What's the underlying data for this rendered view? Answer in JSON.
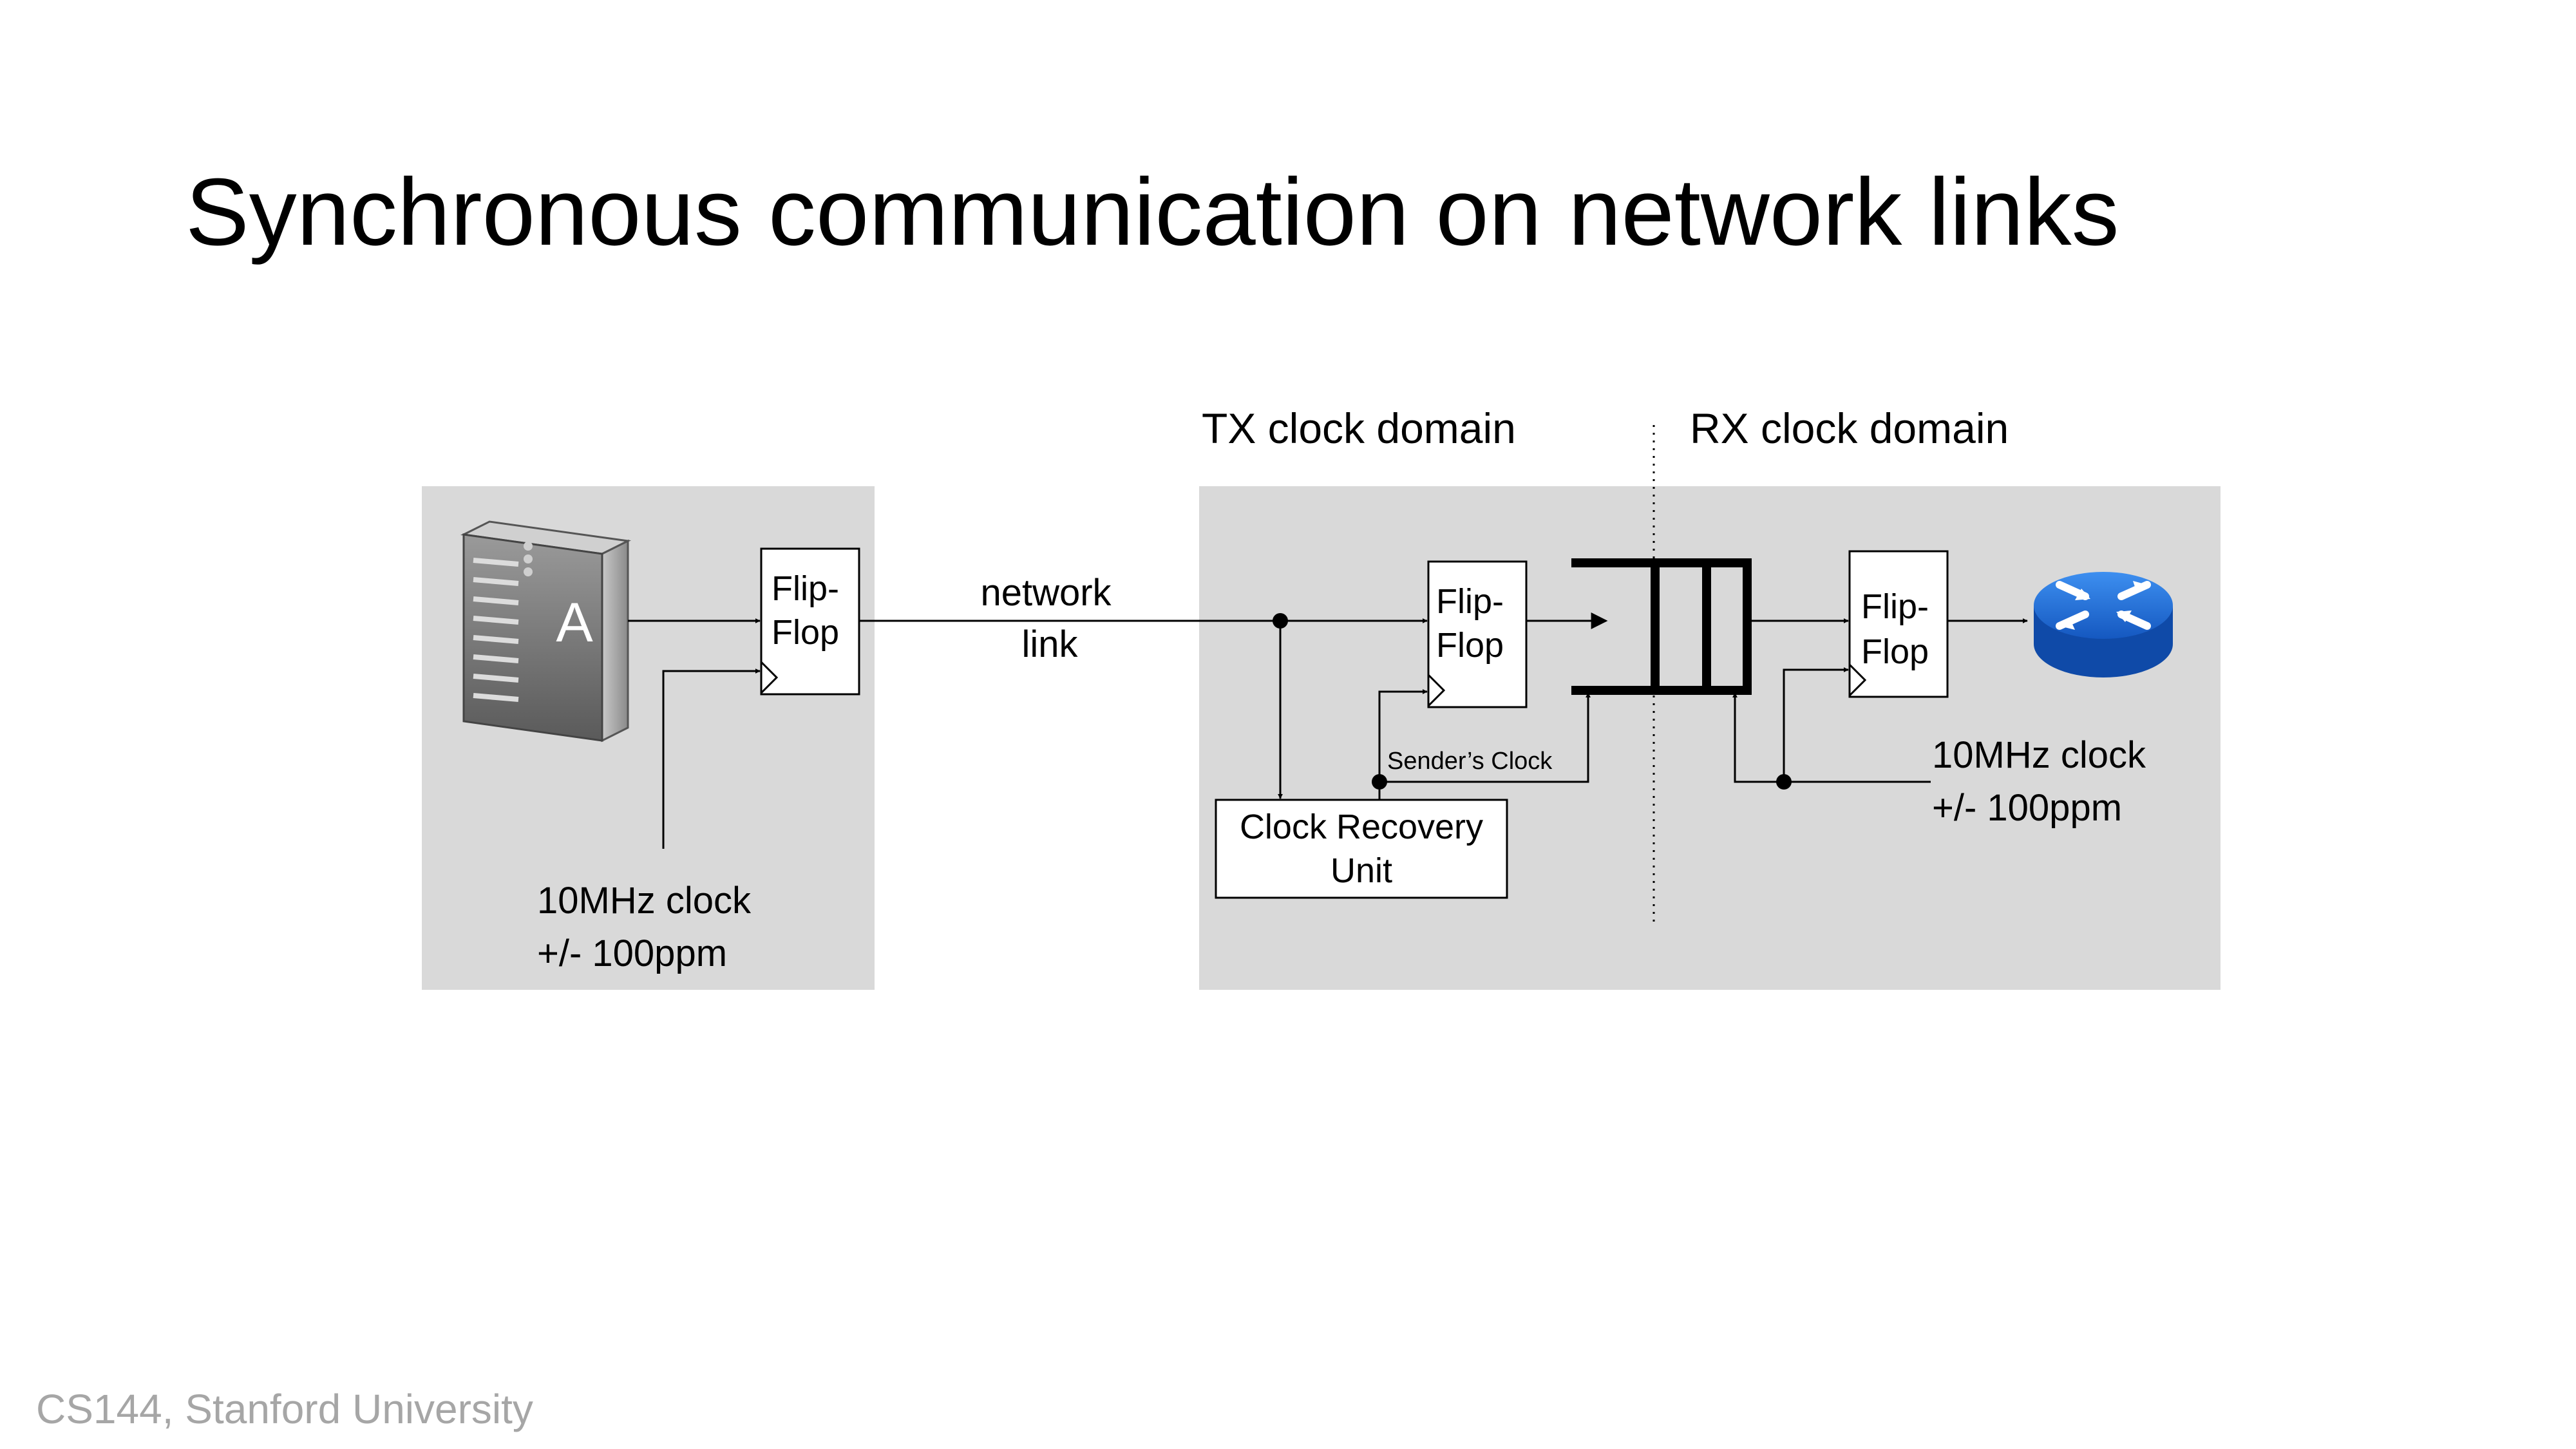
{
  "slide": {
    "title": "Synchronous communication on network links",
    "footer": "CS144, Stanford University"
  },
  "diagram": {
    "tx_domain_label": "TX clock domain",
    "rx_domain_label": "RX clock domain",
    "host": {
      "label": "A",
      "icon": "server-icon"
    },
    "router": {
      "icon": "router-icon"
    },
    "link_label": {
      "line1": "network",
      "line2": "link"
    },
    "flip_flops": [
      {
        "line1": "Flip-",
        "line2": "Flop"
      },
      {
        "line1": "Flip-",
        "line2": "Flop"
      },
      {
        "line1": "Flip-",
        "line2": "Flop"
      }
    ],
    "clock_recovery": {
      "line1": "Clock Recovery",
      "line2": "Unit"
    },
    "senders_clock_label": "Sender’s Clock",
    "sender_clock": {
      "line1": "10MHz clock",
      "line2": "+/- 100ppm"
    },
    "receiver_clock": {
      "line1": "10MHz clock",
      "line2": "+/- 100ppm"
    }
  },
  "colors": {
    "panel": "#d9d9d9",
    "footer_text": "#a6a6a6",
    "router": "#1f6fd6"
  }
}
